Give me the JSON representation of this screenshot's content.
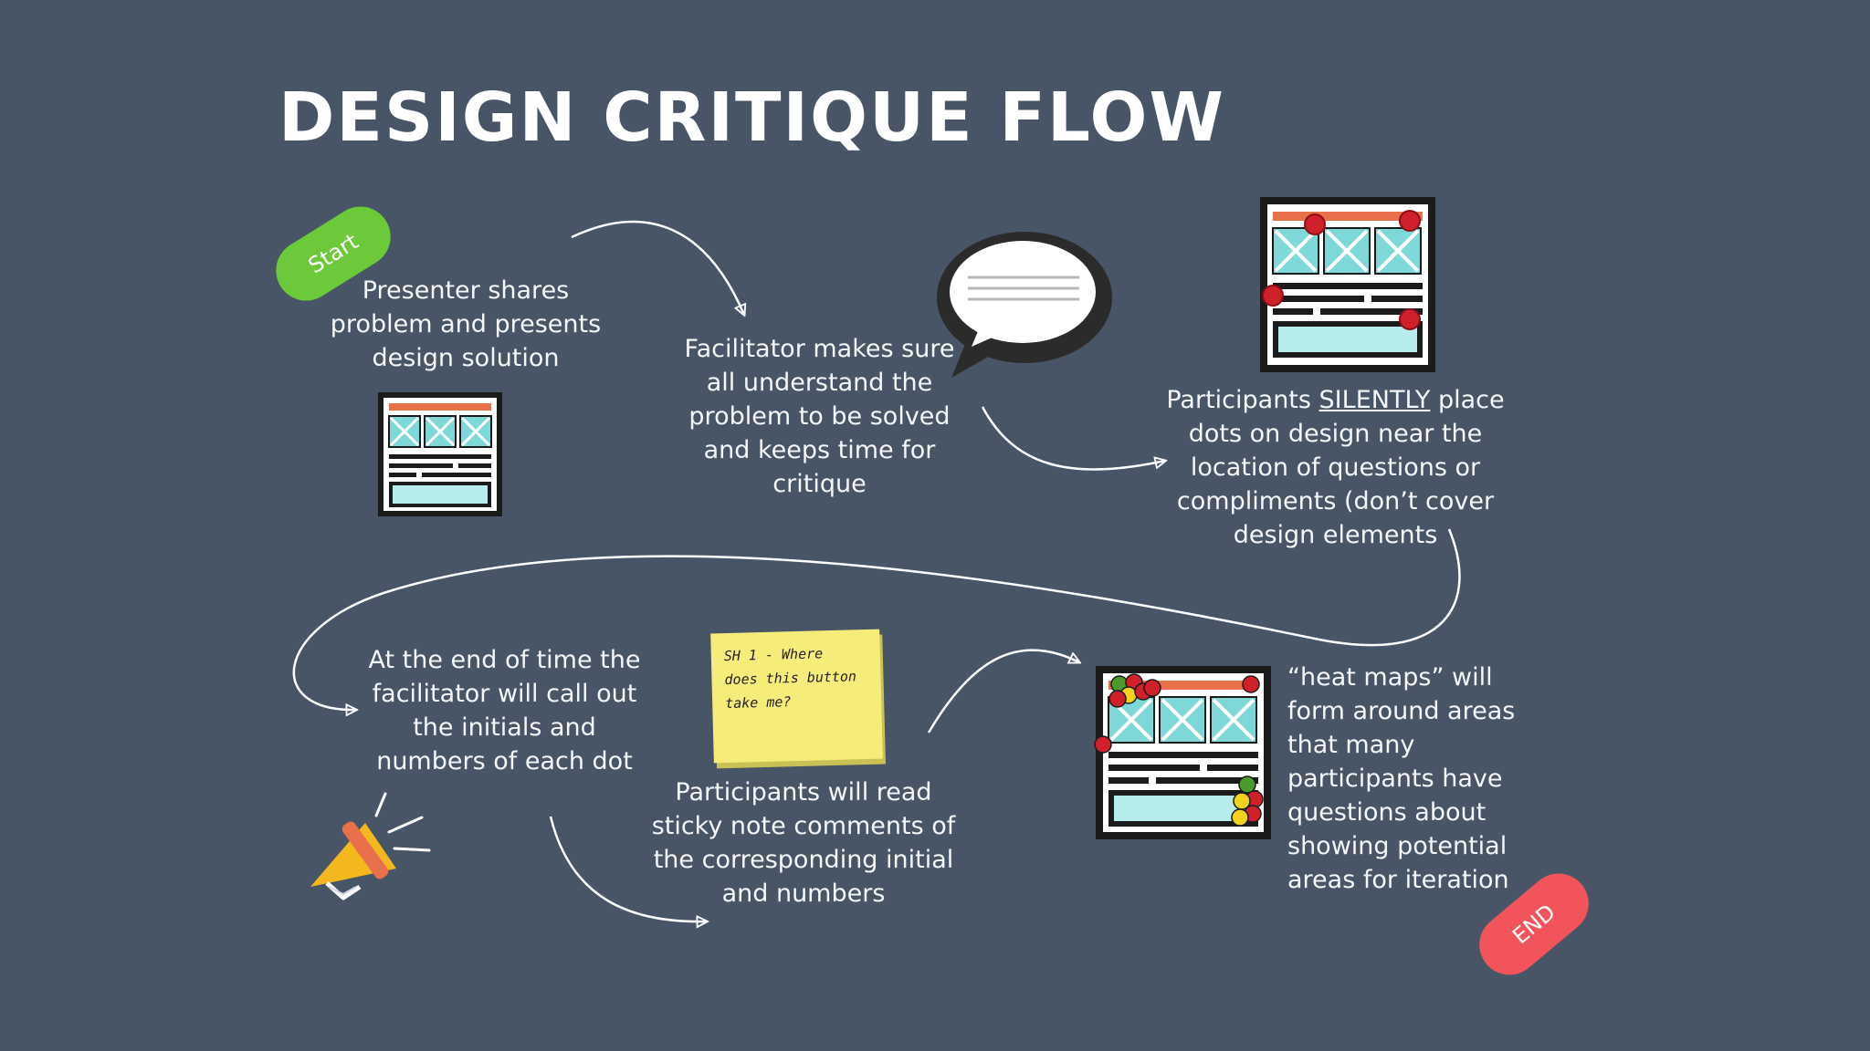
{
  "title": "DESIGN CRITIQUE FLOW",
  "badges": {
    "start": "Start",
    "end": "END"
  },
  "steps": {
    "presenter": [
      "Presenter shares",
      "problem and presents",
      "design solution"
    ],
    "facilitator": [
      "Facilitator makes sure",
      "all understand the",
      "problem to be solved",
      "and keeps time for",
      "critique"
    ],
    "participants_pre": "Participants ",
    "participants_emph": "SILENTLY",
    "participants_post": " place",
    "participants_rest": [
      "dots on design near the",
      "location of questions or",
      "compliments (don’t cover",
      "design elements"
    ],
    "call_out": [
      "At the end of time the",
      "facilitator will call out",
      "the initials and",
      "numbers of each dot"
    ],
    "read_notes": [
      "Participants will read",
      "sticky note comments of",
      "the corresponding initial",
      "and numbers"
    ],
    "heat_maps": [
      "“heat maps” will",
      "form around areas",
      "that many",
      "participants have",
      "questions about",
      "showing potential",
      "areas for iteration"
    ]
  },
  "sticky_note": [
    "SH 1 - Where",
    "does this button",
    "take me?"
  ],
  "colors": {
    "background": "#475567",
    "start_pill": "#6cc93a",
    "end_pill": "#f2545b",
    "sticky": "#f6ec7a",
    "wireframe_cell": "#7fd8d8",
    "wireframe_bar": "#e8704a",
    "dot_red": "#d0202a",
    "dot_green": "#4a9b2a",
    "dot_yellow": "#f2d21e",
    "megaphone": "#f2b81e"
  }
}
